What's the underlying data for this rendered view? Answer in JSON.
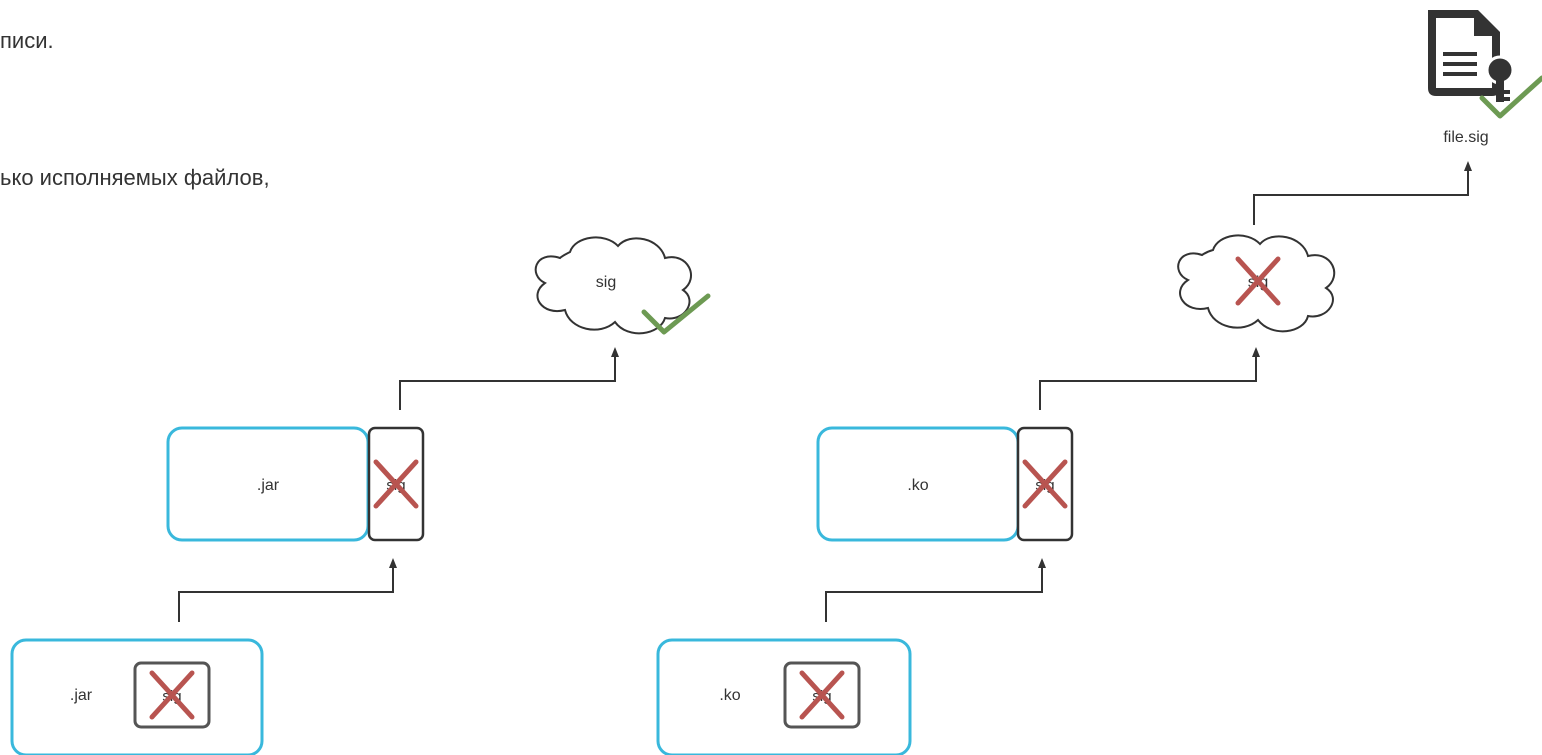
{
  "text_lines": [
    "писи.",
    "ько исполняемых файлов,"
  ],
  "labels": {
    "jar": ".jar",
    "ko": ".ko",
    "sig": "sig",
    "file_sig": "file.sig"
  },
  "colors": {
    "file_border": "#39b8dc",
    "box_border": "#333333",
    "arrow": "#333333",
    "cross": "#b85450",
    "check": "#6d9a53",
    "icon": "#333333"
  }
}
